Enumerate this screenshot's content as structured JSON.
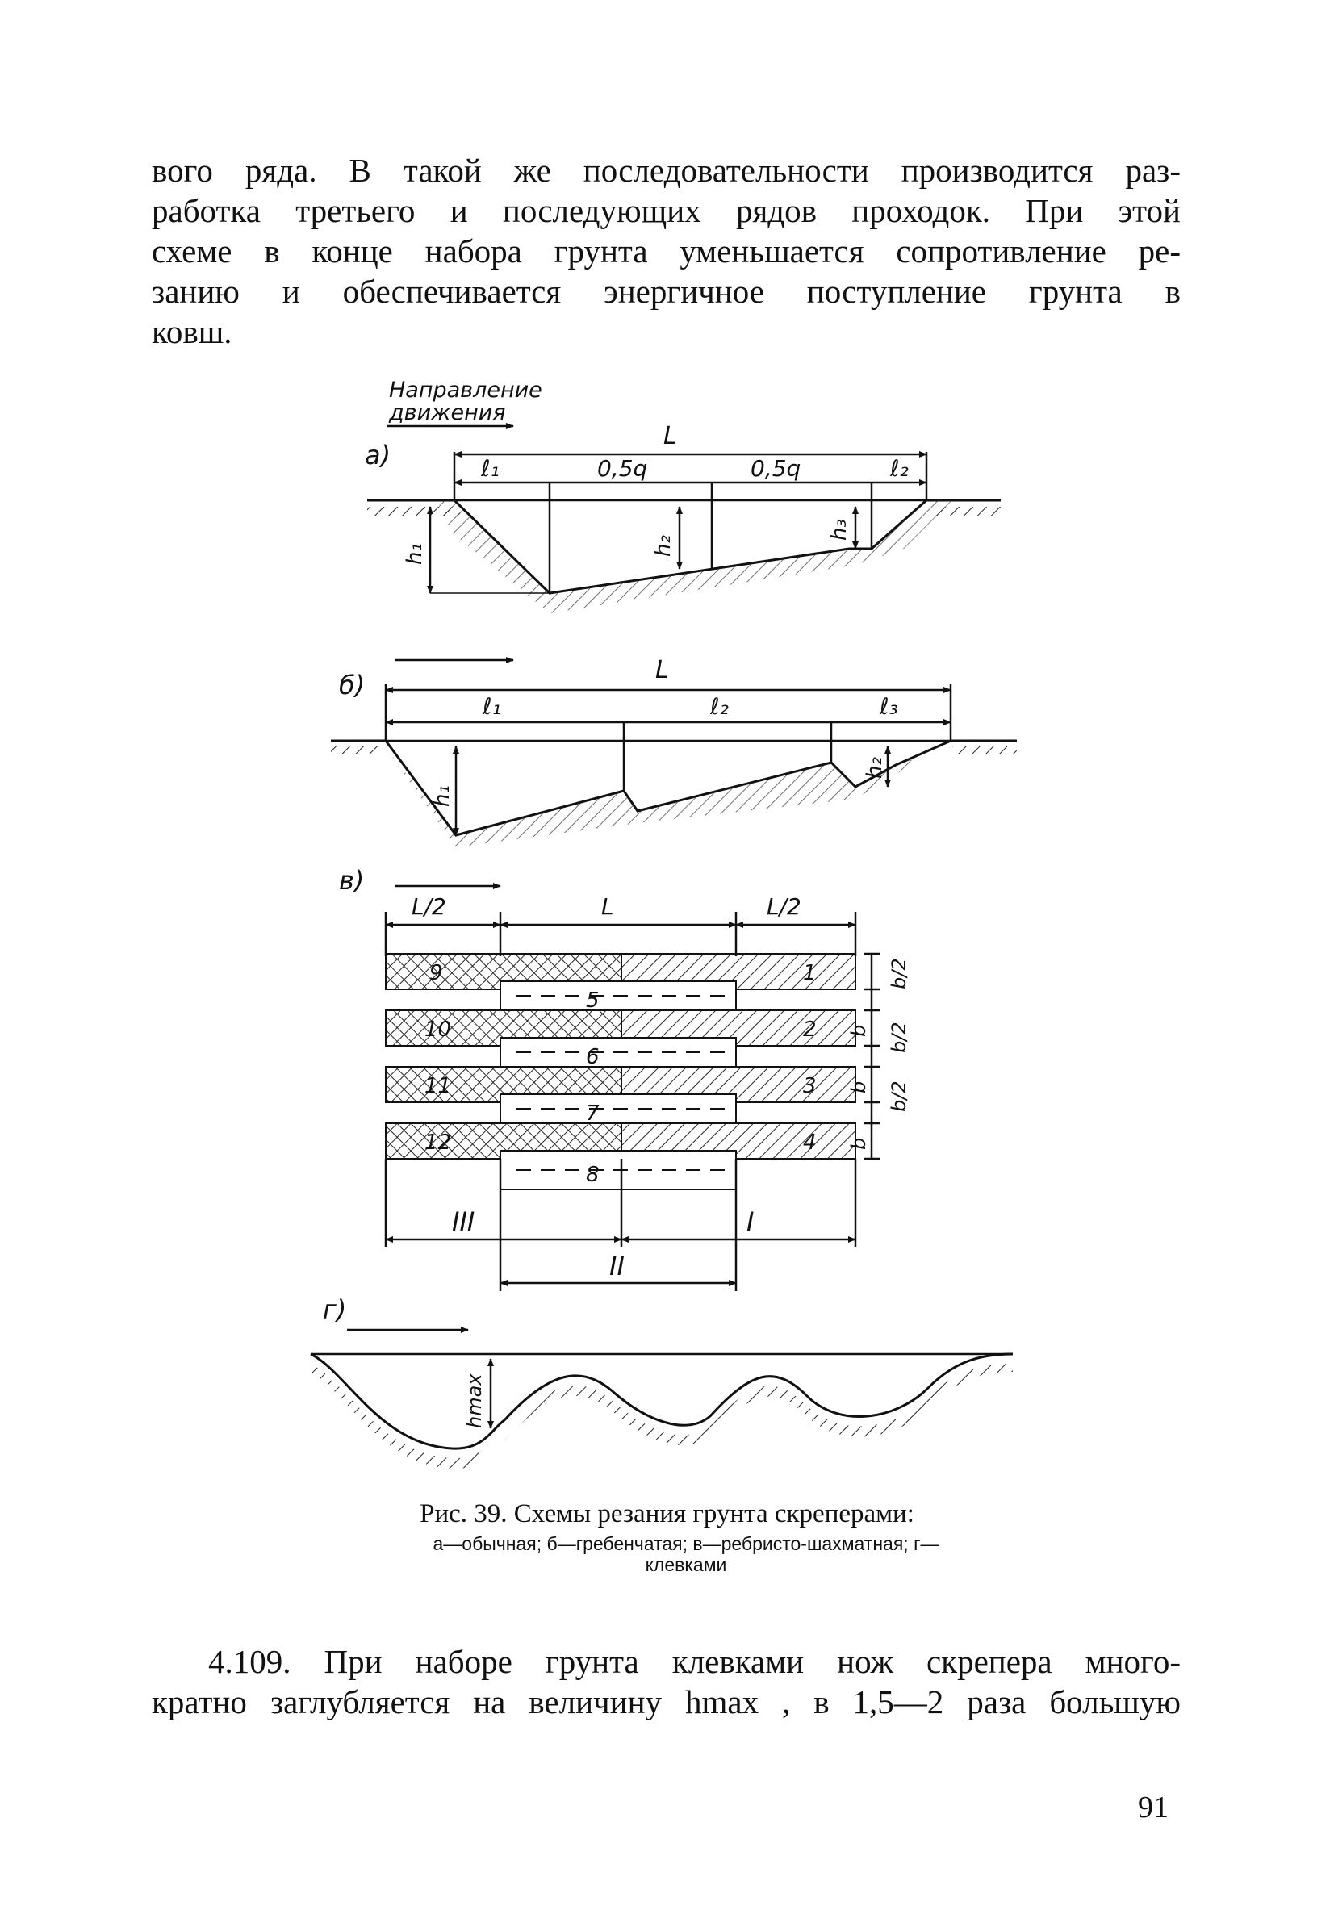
{
  "paragraph_top": {
    "lines": [
      "вого ряда. В такой же последовательности производится раз-",
      "работка третьего и последующих рядов проходок. При этой",
      "схеме в конце набора грунта уменьшается сопротивление ре-",
      "занию и обеспечивается энергичное поступление грунта в",
      "ковш."
    ]
  },
  "figure": {
    "direction_label_1": "Направление",
    "direction_label_2": "движения",
    "panel_a": {
      "tag": "а)",
      "L": "L",
      "l1": "ℓ₁",
      "q1": "0,5q",
      "q2": "0,5q",
      "l2": "ℓ₂",
      "h1": "h₁",
      "h2": "h₂",
      "h3": "h₃"
    },
    "panel_b": {
      "tag": "б)",
      "L": "L",
      "l1": "ℓ₁",
      "l2": "ℓ₂",
      "l3": "ℓ₃",
      "h1": "h₁",
      "h2": "h₂"
    },
    "panel_v": {
      "tag": "в)",
      "L_half_left": "L/2",
      "L": "L",
      "L_half_right": "L/2",
      "strips": [
        "1",
        "2",
        "3",
        "4",
        "5",
        "6",
        "7",
        "8",
        "9",
        "10",
        "11",
        "12"
      ],
      "b": "b",
      "b_half": "b/2",
      "zone_I": "I",
      "zone_II": "II",
      "zone_III": "III"
    },
    "panel_g": {
      "tag": "г)",
      "hmax": "hmax"
    }
  },
  "caption": {
    "title": "Рис. 39. Схемы резания грунта скреперами:",
    "subtitle_line1": "а—обычная; б—гребенчатая; в—ребристо-шахматная; г—",
    "subtitle_line2": "клевками"
  },
  "paragraph_bottom": {
    "line1": "4.109. При наборе грунта клевками нож скрепера много-",
    "line2": "кратно заглубляется на величину hmax , в 1,5—2 раза большую"
  },
  "page_number": "91"
}
